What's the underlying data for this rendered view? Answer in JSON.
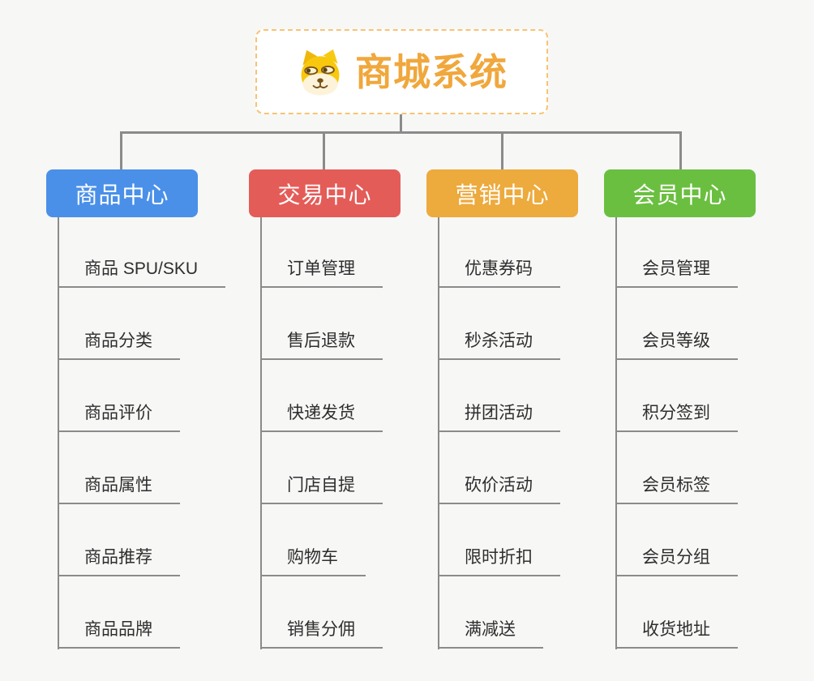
{
  "canvas": {
    "background": "#f7f7f6",
    "line_color": "#8b8b8b",
    "leaf_text_color": "#2e2e2e"
  },
  "root": {
    "title": "商城系统",
    "title_color": "#f0a73c",
    "border_color": "#f7c474",
    "icon": "doge-dog-face-icon"
  },
  "branches": [
    {
      "label": "商品中心",
      "color": "#4a90e8",
      "items": [
        "商品 SPU/SKU",
        "商品分类",
        "商品评价",
        "商品属性",
        "商品推荐",
        "商品品牌"
      ]
    },
    {
      "label": "交易中心",
      "color": "#e45c58",
      "items": [
        "订单管理",
        "售后退款",
        "快递发货",
        "门店自提",
        "购物车",
        "销售分佣"
      ]
    },
    {
      "label": "营销中心",
      "color": "#edaa3d",
      "items": [
        "优惠券码",
        "秒杀活动",
        "拼团活动",
        "砍价活动",
        "限时折扣",
        "满减送"
      ]
    },
    {
      "label": "会员中心",
      "color": "#6bbf40",
      "items": [
        "会员管理",
        "会员等级",
        "积分签到",
        "会员标签",
        "会员分组",
        "收货地址"
      ]
    }
  ]
}
